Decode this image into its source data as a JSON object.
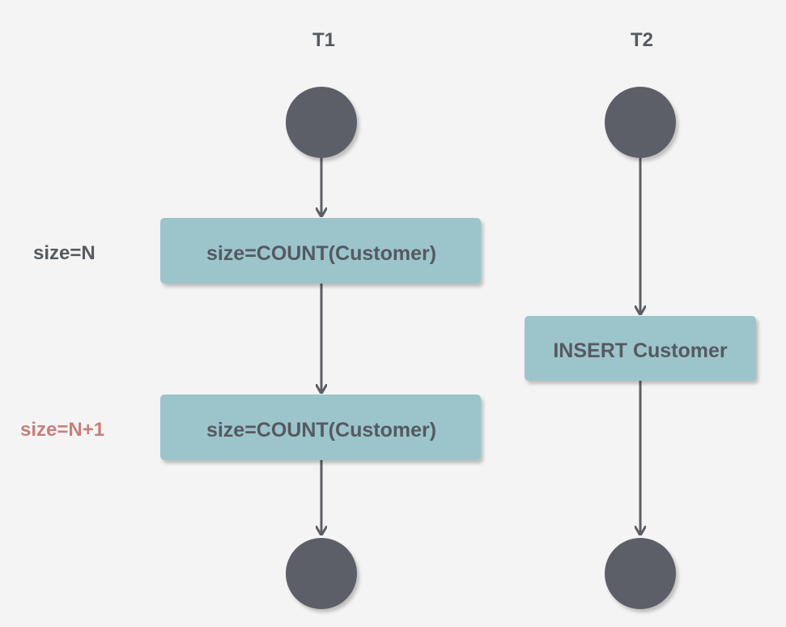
{
  "lanes": [
    {
      "title": "T1",
      "steps": [
        "size=COUNT(Customer)",
        "size=COUNT(Customer)"
      ]
    },
    {
      "title": "T2",
      "steps": [
        "INSERT Customer"
      ]
    }
  ],
  "annotations": [
    {
      "text": "size=N",
      "color": "#555a60"
    },
    {
      "text": "size=N+1",
      "color": "#c87f7b"
    }
  ],
  "colors": {
    "background": "#f4f4f4",
    "node": "#5b5f67",
    "box": "#9cc4cb",
    "arrow": "#5b5f64",
    "text": "#555a60",
    "highlight": "#c87f7b"
  }
}
